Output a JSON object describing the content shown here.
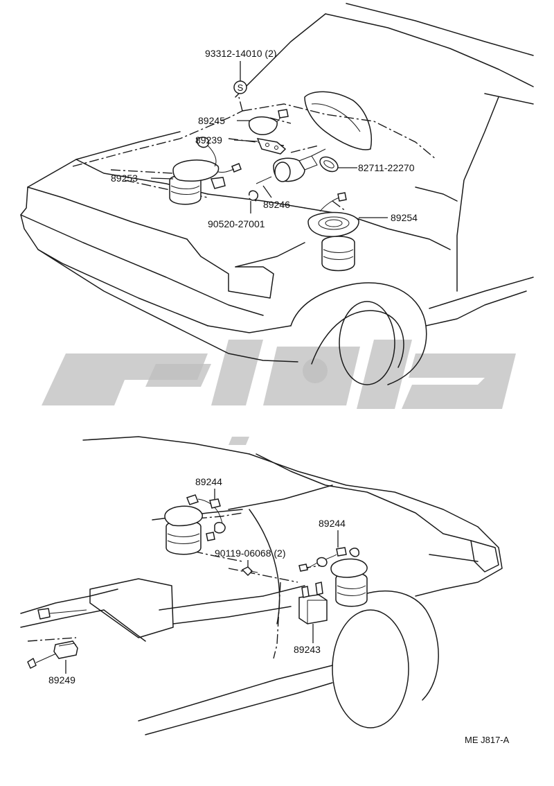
{
  "diagram": {
    "code": "ME J817-A",
    "colors": {
      "line": "#1a1a1a",
      "background": "#ffffff",
      "watermark": "#bdbdbd"
    },
    "labels": {
      "p93312": "93312-14010 (2)",
      "p89245": "89245",
      "p89239": "89239",
      "p89253": "89253",
      "p82711": "82711-22270",
      "p89246": "89246",
      "p90520": "90520-27001",
      "p89254": "89254",
      "p89244a": "89244",
      "p89244b": "89244",
      "p90119": "90119-06068 (2)",
      "p89243": "89243",
      "p89249": "89249"
    },
    "symbols": {
      "standard_part_mark": "S"
    }
  }
}
